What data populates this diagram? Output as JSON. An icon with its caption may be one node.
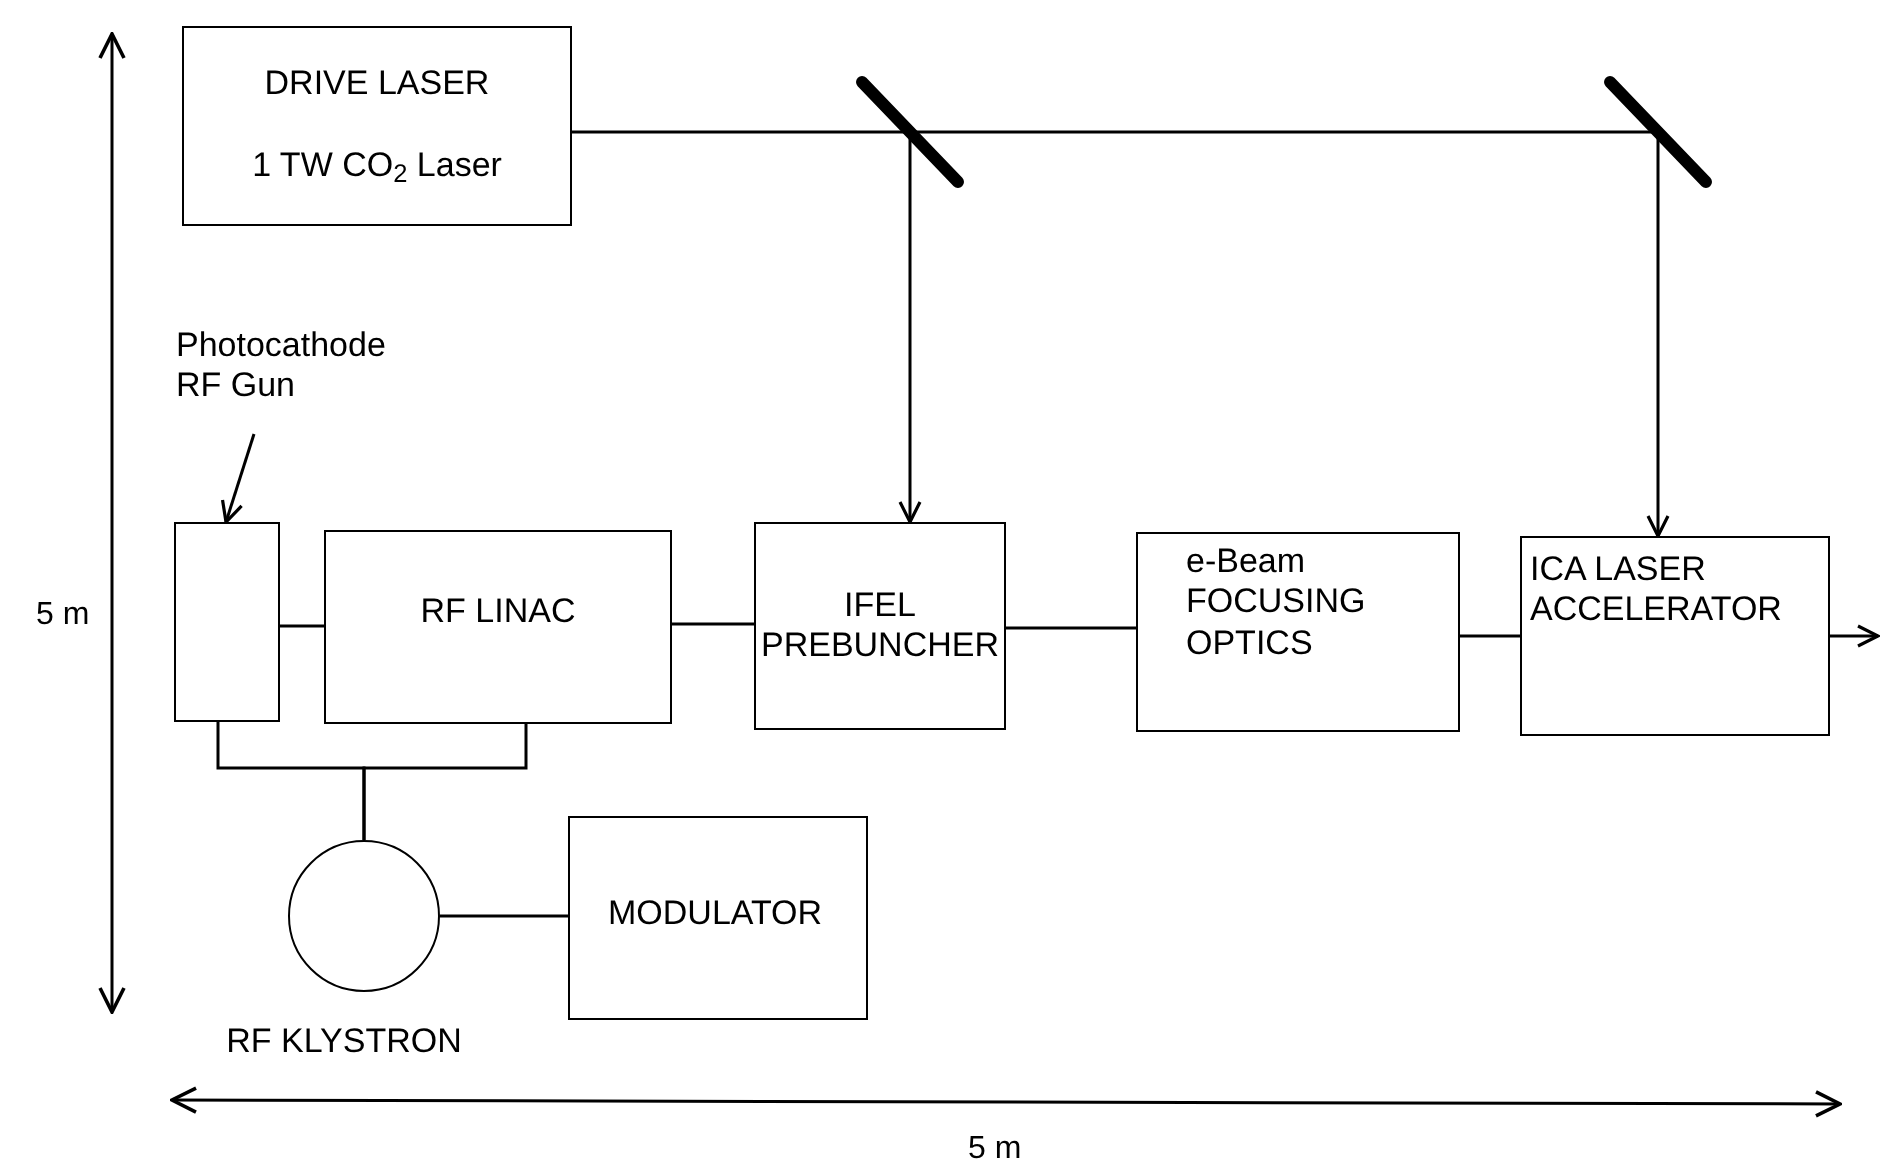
{
  "diagram": {
    "nodes": [
      {
        "text": [
          "DRIVE LASER",
          "1 TW CO$_{2}$ Laser"
        ]
      },
      {
        "text": [],
        "shape": "bar"
      },
      {
        "text": [],
        "shape": "bar"
      },
      {
        "text": [
          "Photocathode RF Gun"
        ]
      },
      {
        "text": [],
        "shape": "box"
      },
      {
        "text": [
          "RF LINAC"
        ]
      },
      {
        "text": [
          "IFEL PREBUNCHER"
        ]
      },
      {
        "text": [
          "e-Beam FOCUSING OPTICS"
        ]
      },
      {
        "text": [
          "ICA LASER ACCELERATOR"
        ]
      },
      {
        "text": [],
        "shape": "circle",
        "beside": [
          "RF KLYSTRON"
        ]
      },
      {
        "text": [
          "MODULATOR"
        ]
      }
    ],
    "edges": [
      {
        "from": 0,
        "to": 1,
        "arrow": "none"
      },
      {
        "from": 1,
        "to": 2,
        "arrow": "none"
      },
      {
        "from": 1,
        "to": 6,
        "arrow": "to"
      },
      {
        "from": 3,
        "to": 4,
        "arrow": "to"
      },
      {
        "from": 4,
        "to": 5,
        "arrow": "none"
      },
      {
        "from": 5,
        "to": 6,
        "arrow": "none"
      },
      {
        "from": 6,
        "to": 7,
        "arrow": "none"
      },
      {
        "from": 7,
        "to": 8,
        "arrow": "none"
      },
      {
        "from": 8,
        "to": null,
        "arrow": "to"
      },
      {
        "from": 2,
        "to": 8,
        "arrow": "to"
      },
      {
        "from": 9,
        "to": 4,
        "arrow": "none"
      },
      {
        "from": 9,
        "to": 5,
        "arrow": "none"
      },
      {
        "from": 9,
        "to": 10,
        "arrow": "none"
      }
    ],
    "labels": [
      "5 m",
      "5 m"
    ]
  }
}
